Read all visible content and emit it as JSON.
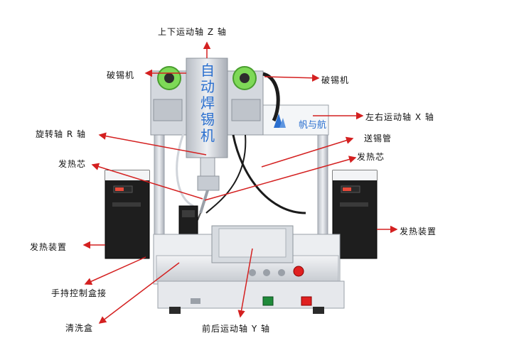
{
  "labels": {
    "z_axis": "上下运动轴 Z 轴",
    "tin_breaker_left": "破锡机",
    "tin_breaker_right": "破锡机",
    "x_axis": "左右运动轴 X 轴",
    "r_axis": "旋转轴 R 轴",
    "tin_tube": "送锡管",
    "heat_core_left": "发热芯",
    "heat_core_right": "发热芯",
    "heater_left": "发热装置",
    "heater_right": "发热装置",
    "handheld_box": "手持控制盒接",
    "cleaning_box": "清洗盒",
    "y_axis": "前后运动轴 Y 轴"
  },
  "machine": {
    "column_text": [
      "自",
      "动",
      "焊",
      "锡",
      "机"
    ],
    "brand_text": "帆与航"
  },
  "colors": {
    "arrow": "#d42020",
    "title_blue": "#2a6fcf",
    "frame": "#c9ced6",
    "dark": "#1b1b1b",
    "green": "#7ed957",
    "red_button": "#e02020"
  }
}
